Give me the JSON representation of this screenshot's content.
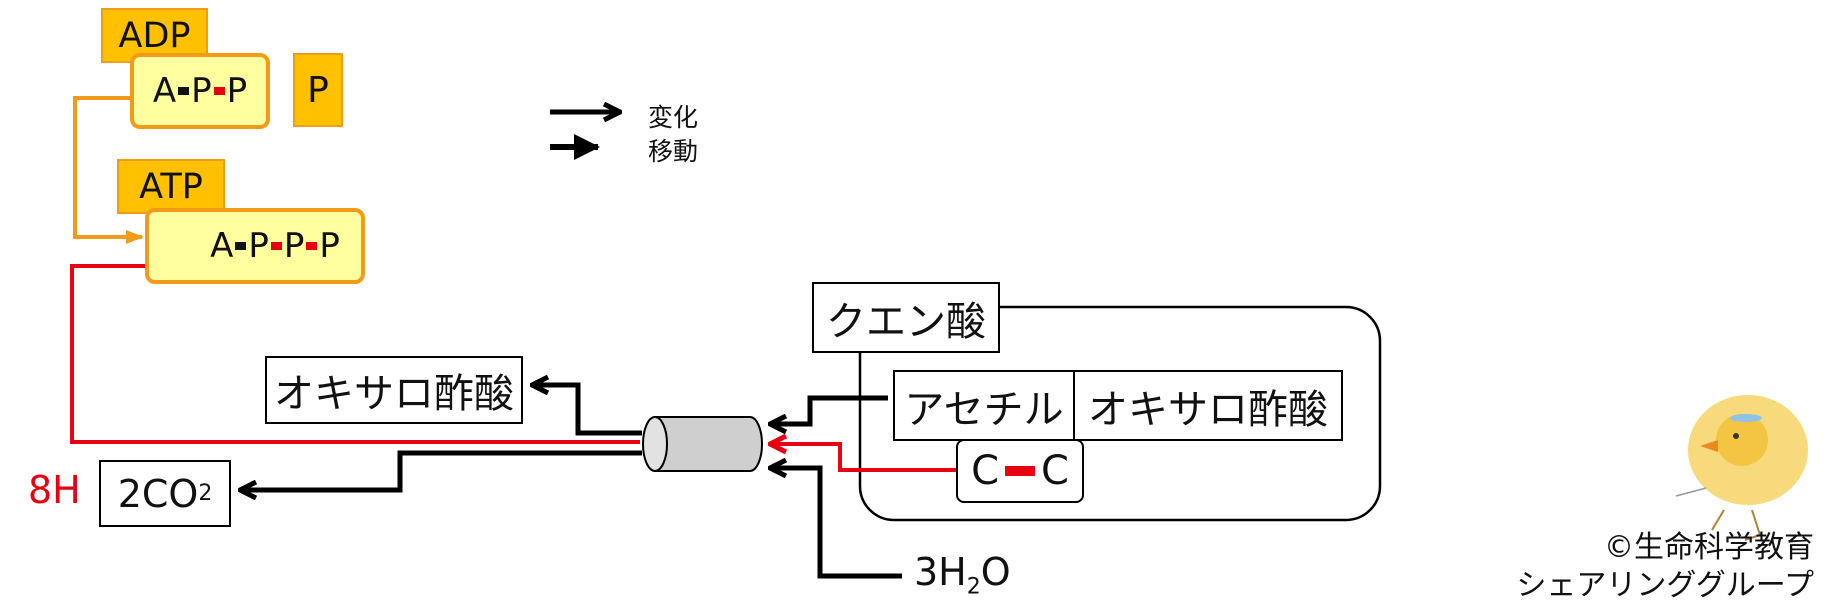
{
  "adp": {
    "tag": "ADP",
    "a": "A",
    "p1": "P",
    "p2": "P",
    "phosphate": "P"
  },
  "atp": {
    "tag": "ATP",
    "a": "A",
    "p1": "P",
    "p2": "P",
    "p3": "P"
  },
  "legend": {
    "change": "変化",
    "move": "移動"
  },
  "citric": {
    "title": "クエン酸",
    "acetyl": "アセチル",
    "oxalo_inner": "オキサロ酢酸",
    "c1": "C",
    "c2": "C"
  },
  "products": {
    "oxalo": "オキサロ酢酸",
    "h": "8H",
    "co2_base": "2CO",
    "co2_sub": "2",
    "water_pre": "3H",
    "water_sub": "2",
    "water_post": "O"
  },
  "credit": {
    "line1": "©生命科学教育",
    "line2": "シェアリンググループ"
  },
  "colors": {
    "orange": "#f29b1b",
    "orange_tag": "#ffc000",
    "cream": "#ffff9f",
    "red": "#e60012",
    "gray": "#cfcfcf",
    "black": "#000000"
  }
}
